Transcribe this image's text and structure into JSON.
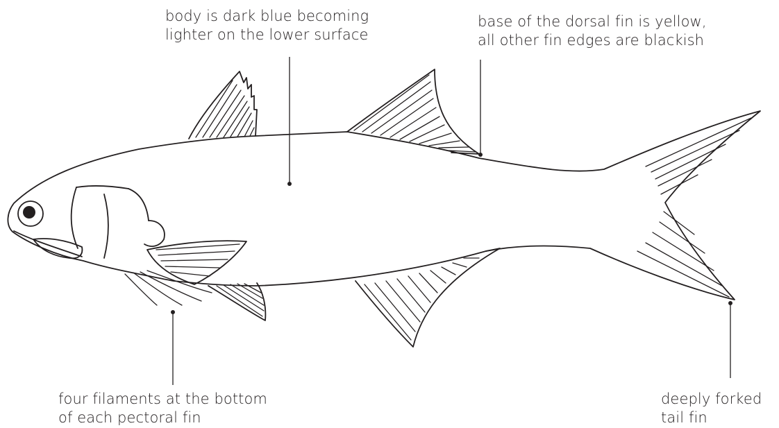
{
  "annotations": {
    "body": {
      "line1": "body is dark blue becoming",
      "line2": "lighter on the lower surface"
    },
    "dorsal_fin": {
      "line1": "base of the dorsal fin is yellow,",
      "line2": "all other fin edges are blackish"
    },
    "pectoral_filaments": {
      "line1": "four filaments at the bottom",
      "line2": "of each pectoral fin"
    },
    "tail_fin": {
      "line1": "deeply forked",
      "line2": "tail fin"
    }
  },
  "colors": {
    "ink": "#231f20",
    "background": "#ffffff"
  }
}
